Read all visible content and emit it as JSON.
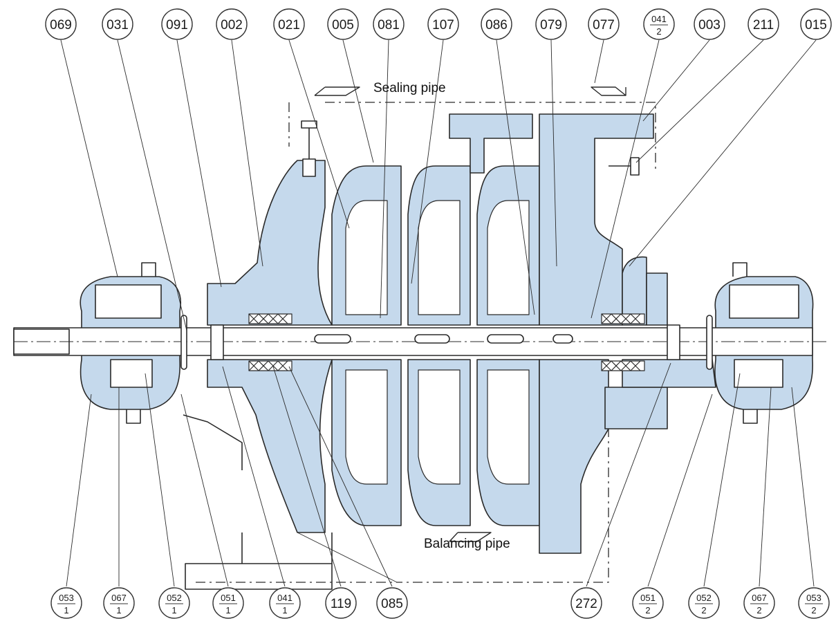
{
  "top_labels": [
    {
      "id": "069"
    },
    {
      "id": "031"
    },
    {
      "id": "091"
    },
    {
      "id": "002"
    },
    {
      "id": "021"
    },
    {
      "id": "005"
    },
    {
      "id": "081"
    },
    {
      "id": "107"
    },
    {
      "id": "086"
    },
    {
      "id": "079"
    },
    {
      "id": "077"
    },
    {
      "num": "041",
      "den": "2"
    },
    {
      "id": "003"
    },
    {
      "id": "211"
    },
    {
      "id": "015"
    }
  ],
  "bottom_labels": [
    {
      "num": "053",
      "den": "1"
    },
    {
      "num": "067",
      "den": "1"
    },
    {
      "num": "052",
      "den": "1"
    },
    {
      "num": "051",
      "den": "1"
    },
    {
      "num": "041",
      "den": "1"
    },
    {
      "id": "119"
    },
    {
      "id": "085"
    },
    {
      "id": "272"
    },
    {
      "num": "051",
      "den": "2"
    },
    {
      "num": "052",
      "den": "2"
    },
    {
      "num": "067",
      "den": "2"
    },
    {
      "num": "053",
      "den": "2"
    }
  ],
  "captions": {
    "sealing": "Sealing pipe",
    "balancing": "Balancing pipe"
  },
  "colors": {
    "fill": "#c5d9ec",
    "line": "#2a2a2a",
    "bubble_stroke": "#333333"
  }
}
